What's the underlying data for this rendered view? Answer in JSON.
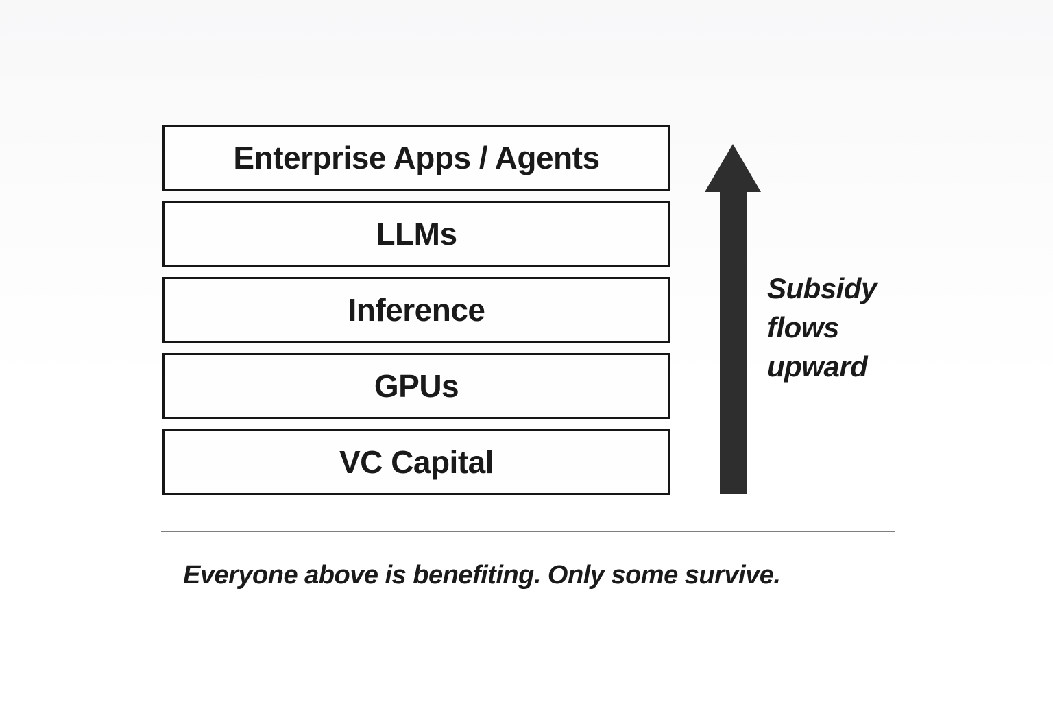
{
  "diagram": {
    "stack": {
      "layers": [
        {
          "label": "Enterprise Apps / Agents"
        },
        {
          "label": "LLMs"
        },
        {
          "label": "Inference"
        },
        {
          "label": "GPUs"
        },
        {
          "label": "VC Capital"
        }
      ]
    },
    "arrow": {
      "icon": "up-arrow-icon",
      "direction": "up",
      "label": "Subsidy flows upward",
      "label_lines": [
        "Subsidy",
        "flows",
        "upward"
      ]
    },
    "caption": "Everyone above is benefiting. Only some survive.",
    "colors": {
      "background": "#fafafa",
      "box_fill": "#fefefe",
      "box_border": "#161616",
      "text": "#1a1a1a",
      "arrow": "#2e2e2e",
      "divider": "#7f7f7f"
    }
  }
}
